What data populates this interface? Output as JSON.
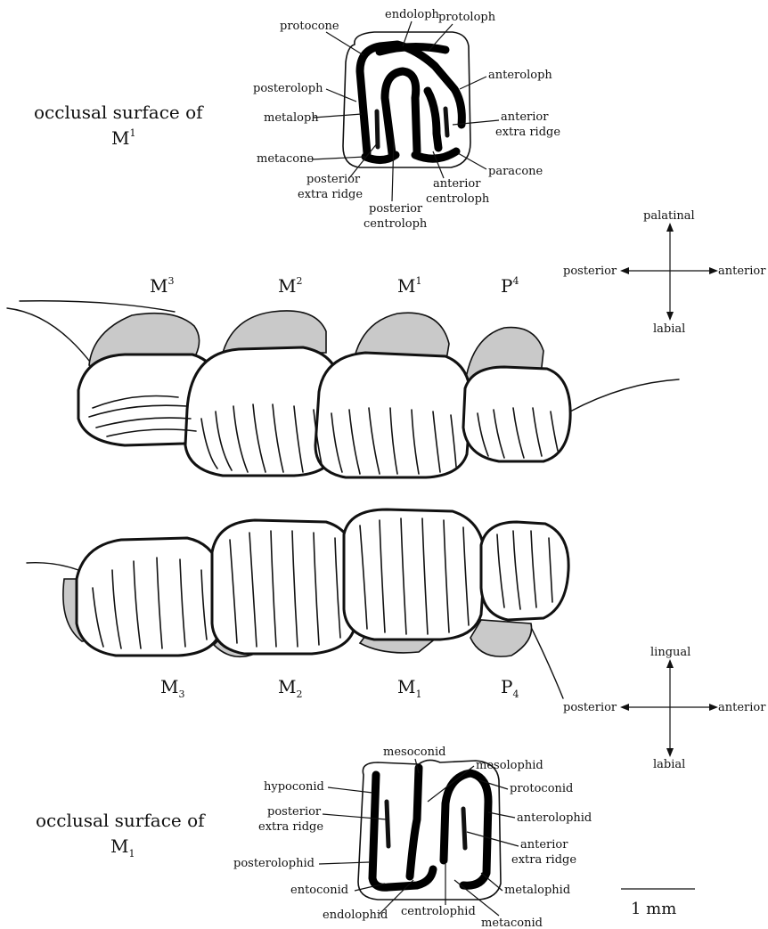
{
  "upper_occlusal": {
    "caption_line1": "occlusal surface of",
    "caption_tooth": "M",
    "caption_sup": "1",
    "labels": {
      "protocone": "protocone",
      "endoloph": "endoloph",
      "protoloph": "protoloph",
      "anteroloph": "anteroloph",
      "posteroloph": "posteroloph",
      "metaloph": "metaloph",
      "anterior_extra_ridge_1": "anterior",
      "anterior_extra_ridge_2": "extra ridge",
      "metacone": "metacone",
      "paracone": "paracone",
      "posterior_extra_ridge_1": "posterior",
      "posterior_extra_ridge_2": "extra ridge",
      "anterior_centroloph_1": "anterior",
      "anterior_centroloph_2": "centroloph",
      "posterior_centroloph_1": "posterior",
      "posterior_centroloph_2": "centroloph"
    }
  },
  "upper_orientation": {
    "top": "palatinal",
    "left": "posterior",
    "right": "anterior",
    "bottom": "labial"
  },
  "upper_teeth": [
    {
      "base": "M",
      "sup": "3"
    },
    {
      "base": "M",
      "sup": "2"
    },
    {
      "base": "M",
      "sup": "1"
    },
    {
      "base": "P",
      "sup": "4"
    }
  ],
  "lower_teeth": [
    {
      "base": "M",
      "sub": "3"
    },
    {
      "base": "M",
      "sub": "2"
    },
    {
      "base": "M",
      "sub": "1"
    },
    {
      "base": "P",
      "sub": "4"
    }
  ],
  "lower_orientation": {
    "top": "lingual",
    "left": "posterior",
    "right": "anterior",
    "bottom": "labial"
  },
  "lower_occlusal": {
    "caption_line1": "occlusal surface of",
    "caption_tooth": "M",
    "caption_sub": "1",
    "labels": {
      "mesoconid": "mesoconid",
      "mesolophid": "mesolophid",
      "hypoconid": "hypoconid",
      "protoconid": "protoconid",
      "posterior_extra_ridge_1": "posterior",
      "posterior_extra_ridge_2": "extra ridge",
      "anterolophid": "anterolophid",
      "posterolophid": "posterolophid",
      "anterior_extra_ridge_1": "anterior",
      "anterior_extra_ridge_2": "extra ridge",
      "entoconid": "entoconid",
      "metalophid": "metalophid",
      "endolophid": "endolophid",
      "centrolophid": "centrolophid",
      "metaconid": "metaconid"
    }
  },
  "scale_bar": {
    "label": "1 mm"
  }
}
